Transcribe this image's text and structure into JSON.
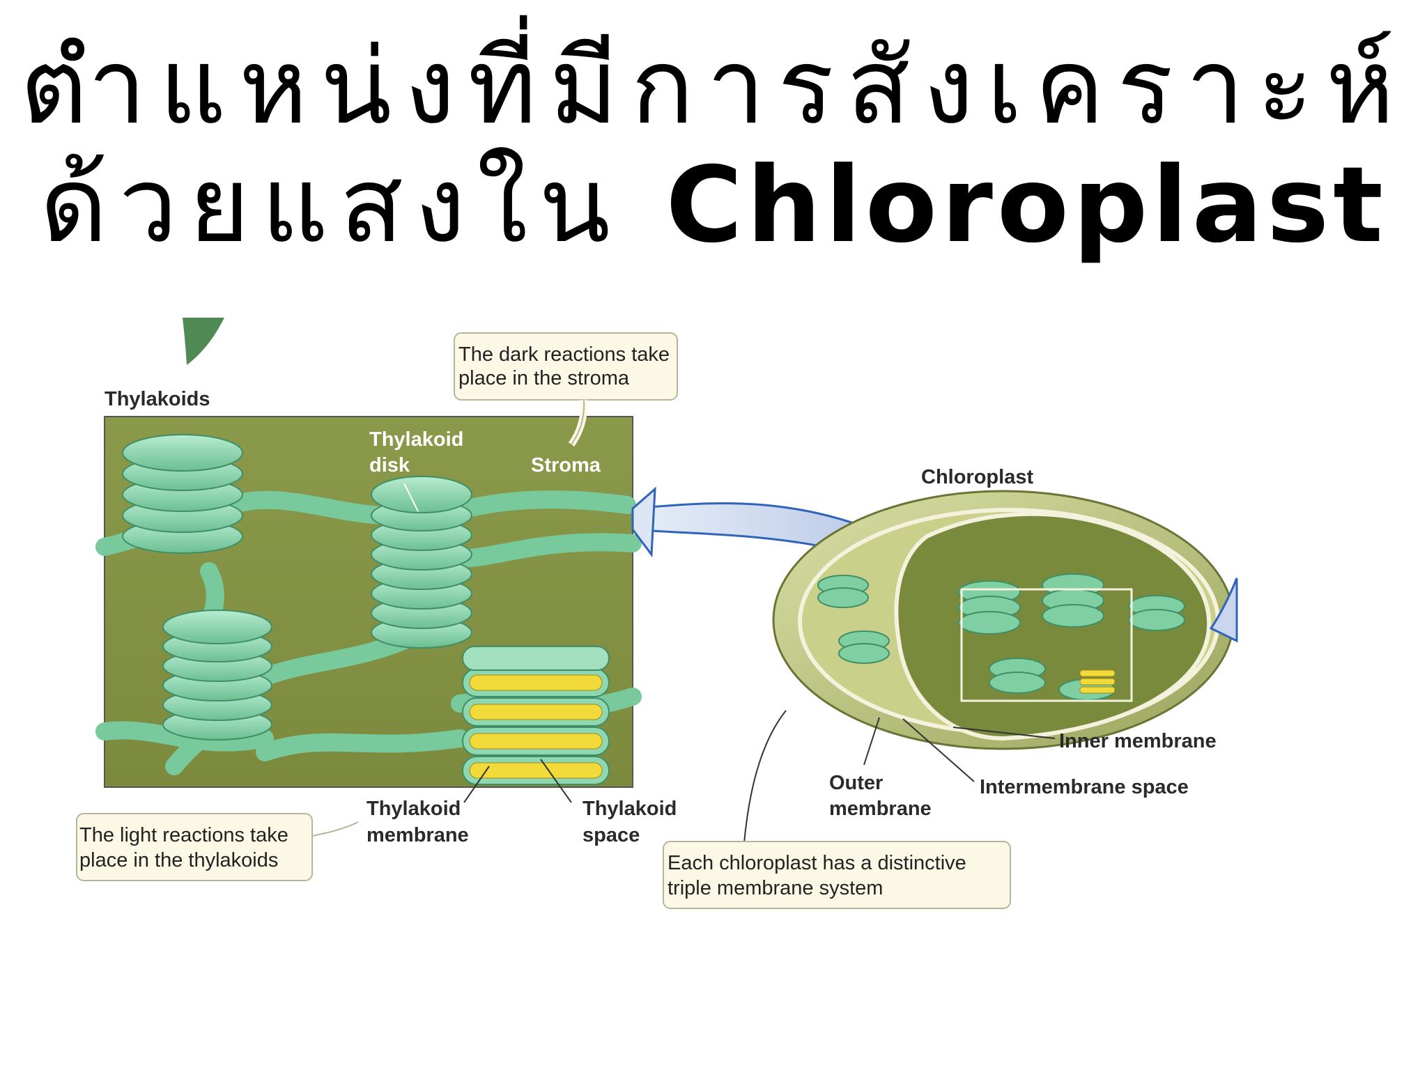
{
  "slide": {
    "title_line1": "ตำแหน่งที่มีการสังเคราะห์",
    "title_line2_thai": "ด้วยแสงใน",
    "title_line2_en": "Chloroplast"
  },
  "diagram": {
    "labels": {
      "thylakoids": "Thylakoids",
      "thylakoid_disk_1": "Thylakoid",
      "thylakoid_disk_2": "disk",
      "stroma": "Stroma",
      "chloroplast": "Chloroplast",
      "thylakoid_membrane_1": "Thylakoid",
      "thylakoid_membrane_2": "membrane",
      "thylakoid_space_1": "Thylakoid",
      "thylakoid_space_2": "space",
      "inner_membrane": "Inner membrane",
      "outer_membrane_1": "Outer",
      "outer_membrane_2": "membrane",
      "intermembrane_space": "Intermembrane space"
    },
    "callouts": {
      "dark_1": "The dark reactions take",
      "dark_2": "place in the stroma",
      "light_1": "The light reactions take",
      "light_2": "place in the thylakoids",
      "triple_1": "Each chloroplast has a distinctive",
      "triple_2": "triple membrane system"
    },
    "colors": {
      "stroma_bg": "#8c9a4c",
      "thylakoid": "#7fcfa3",
      "thylakoid_dark": "#4ea37a",
      "lumen": "#f2da3a",
      "callout_bg": "#fbf8e6",
      "arrow": "#c9d6ee",
      "arrow_edge": "#2f64b8"
    }
  }
}
